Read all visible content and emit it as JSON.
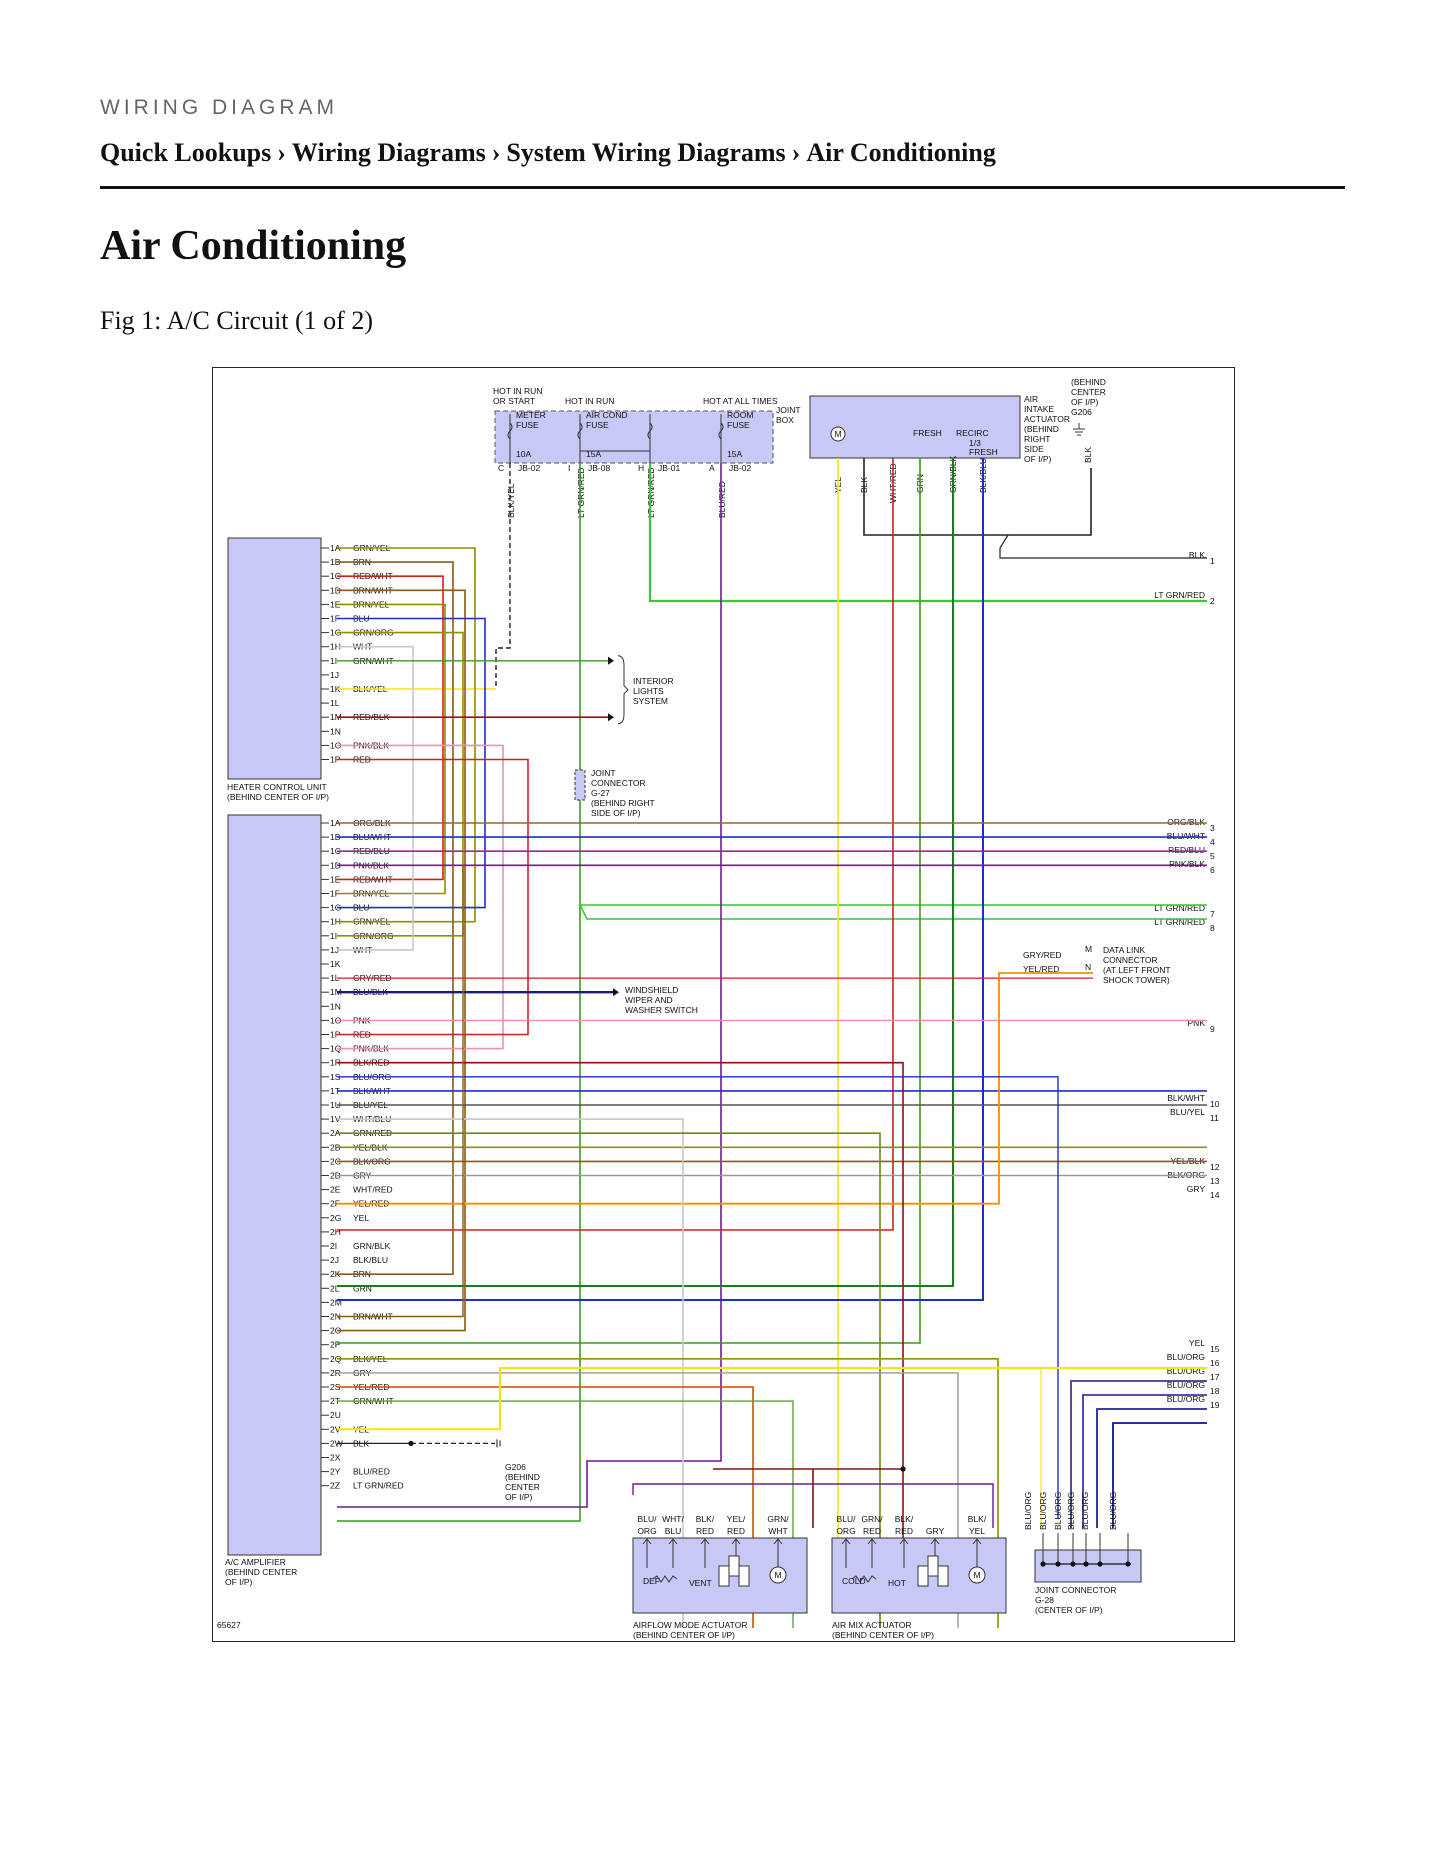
{
  "header": {
    "kicker": "WIRING DIAGRAM",
    "breadcrumbs": [
      "Quick Lookups",
      "Wiring Diagrams",
      "System Wiring Diagrams",
      "Air Conditioning"
    ],
    "separator": "›"
  },
  "page_title": "Air Conditioning",
  "figure_caption": "Fig 1: A/C Circuit (1 of 2)",
  "diagram": {
    "figure_id": "65627",
    "colors": {
      "YEL": "#f5e800",
      "BLK": "#222222",
      "WHT": "#c8c8c8",
      "RED": "#d21f1f",
      "GRN": "#3c9a1e",
      "LTGRN": "#35c935",
      "BLU": "#1c2fc8",
      "PNK": "#f08fb0",
      "BRN": "#8a5a14",
      "ORG": "#ff8c00",
      "GRY": "#9a9a9a",
      "VIO": "#6a1b9a",
      "OLIVE": "#8f8f00",
      "box": "#c7c8f5"
    },
    "junction_box": {
      "label": [
        "JOINT",
        "BOX"
      ],
      "groups": [
        "HOT IN RUN",
        "OR START",
        "HOT IN RUN",
        "HOT AT ALL TIMES"
      ],
      "fuses": [
        {
          "name": [
            "METER",
            "FUSE"
          ],
          "rating": "10A",
          "pin": "C",
          "ref": "JB-02"
        },
        {
          "name": [
            "AIR COND",
            "FUSE"
          ],
          "rating": "15A",
          "pin": "I",
          "ref": "JB-08"
        },
        {
          "name": [
            "",
            ""
          ],
          "rating": "",
          "pin": "H",
          "ref": "JB-01"
        },
        {
          "name": [
            "ROOM",
            "FUSE"
          ],
          "rating": "15A",
          "pin": "A",
          "ref": "JB-02"
        }
      ],
      "wires": [
        "BLK/YEL",
        "LT GRN/RED",
        "LT GRN/RED",
        "BLU/RED"
      ]
    },
    "intake_actuator": {
      "label": [
        "AIR",
        "INTAKE",
        "ACTUATOR",
        "(BEHIND",
        "RIGHT",
        "SIDE",
        "OF I/P)"
      ],
      "modes": [
        "FRESH",
        "RECIRC",
        "1/3",
        "FRESH"
      ],
      "motor": "M",
      "wires": [
        "YEL",
        "BLK",
        "WHT/RED",
        "GRN",
        "GRN/BLK",
        "BLK/BLU"
      ]
    },
    "ground_top": {
      "label": [
        "(BEHIND",
        "CENTER",
        "OF I/P)",
        "G206"
      ],
      "wire": "BLK"
    },
    "heater_control_unit": {
      "label": [
        "HEATER CONTROL UNIT",
        "(BEHIND CENTER OF I/P)"
      ],
      "pins": [
        {
          "pin": "1A",
          "wire": "GRN/YEL"
        },
        {
          "pin": "1B",
          "wire": "BRN"
        },
        {
          "pin": "1C",
          "wire": "RED/WHT"
        },
        {
          "pin": "1D",
          "wire": "BRN/WHT"
        },
        {
          "pin": "1E",
          "wire": "BRN/YEL"
        },
        {
          "pin": "1F",
          "wire": "BLU"
        },
        {
          "pin": "1G",
          "wire": "GRN/ORG"
        },
        {
          "pin": "1H",
          "wire": "WHT"
        },
        {
          "pin": "1I",
          "wire": "GRN/WHT"
        },
        {
          "pin": "1J",
          "wire": ""
        },
        {
          "pin": "1K",
          "wire": "BLK/YEL"
        },
        {
          "pin": "1L",
          "wire": ""
        },
        {
          "pin": "1M",
          "wire": "RED/BLK"
        },
        {
          "pin": "1N",
          "wire": ""
        },
        {
          "pin": "1O",
          "wire": "PNK/BLK"
        },
        {
          "pin": "1P",
          "wire": "RED"
        }
      ]
    },
    "ac_amplifier": {
      "label": [
        "A/C AMPLIFIER",
        "(BEHIND CENTER",
        "OF I/P)"
      ],
      "pins": [
        {
          "pin": "1A",
          "wire": "ORG/BLK"
        },
        {
          "pin": "1B",
          "wire": "BLU/WHT"
        },
        {
          "pin": "1C",
          "wire": "RED/BLU"
        },
        {
          "pin": "1D",
          "wire": "PNK/BLK"
        },
        {
          "pin": "1E",
          "wire": "RED/WHT"
        },
        {
          "pin": "1F",
          "wire": "BRN/YEL"
        },
        {
          "pin": "1G",
          "wire": "BLU"
        },
        {
          "pin": "1H",
          "wire": "GRN/YEL"
        },
        {
          "pin": "1I",
          "wire": "GRN/ORG"
        },
        {
          "pin": "1J",
          "wire": "WHT"
        },
        {
          "pin": "1K",
          "wire": ""
        },
        {
          "pin": "1L",
          "wire": "GRY/RED"
        },
        {
          "pin": "1M",
          "wire": "BLU/BLK"
        },
        {
          "pin": "1N",
          "wire": ""
        },
        {
          "pin": "1O",
          "wire": "PNK"
        },
        {
          "pin": "1P",
          "wire": "RED"
        },
        {
          "pin": "1Q",
          "wire": "PNK/BLK"
        },
        {
          "pin": "1R",
          "wire": "BLK/RED"
        },
        {
          "pin": "1S",
          "wire": "BLU/ORG"
        },
        {
          "pin": "1T",
          "wire": "BLK/WHT"
        },
        {
          "pin": "1U",
          "wire": "BLU/YEL"
        },
        {
          "pin": "1V",
          "wire": "WHT/BLU"
        },
        {
          "pin": "2A",
          "wire": "GRN/RED"
        },
        {
          "pin": "2B",
          "wire": "YEL/BLK"
        },
        {
          "pin": "2C",
          "wire": "BLK/ORG"
        },
        {
          "pin": "2D",
          "wire": "GRY"
        },
        {
          "pin": "2E",
          "wire": "WHT/RED"
        },
        {
          "pin": "2F",
          "wire": "YEL/RED"
        },
        {
          "pin": "2G",
          "wire": "YEL"
        },
        {
          "pin": "2H",
          "wire": ""
        },
        {
          "pin": "2I",
          "wire": "GRN/BLK"
        },
        {
          "pin": "2J",
          "wire": "BLK/BLU"
        },
        {
          "pin": "2K",
          "wire": "BRN"
        },
        {
          "pin": "2L",
          "wire": "GRN"
        },
        {
          "pin": "2M",
          "wire": ""
        },
        {
          "pin": "2N",
          "wire": "BRN/WHT"
        },
        {
          "pin": "2O",
          "wire": ""
        },
        {
          "pin": "2P",
          "wire": ""
        },
        {
          "pin": "2Q",
          "wire": "BLK/YEL"
        },
        {
          "pin": "2R",
          "wire": "GRY"
        },
        {
          "pin": "2S",
          "wire": "YEL/RED"
        },
        {
          "pin": "2T",
          "wire": "GRN/WHT"
        },
        {
          "pin": "2U",
          "wire": ""
        },
        {
          "pin": "2V",
          "wire": "YEL"
        },
        {
          "pin": "2W",
          "wire": "BLK"
        },
        {
          "pin": "2X",
          "wire": ""
        },
        {
          "pin": "2Y",
          "wire": "BLU/RED"
        },
        {
          "pin": "2Z",
          "wire": "LT GRN/RED"
        }
      ]
    },
    "interior_lights": [
      "INTERIOR",
      "LIGHTS",
      "SYSTEM"
    ],
    "joint_connector_g27": [
      "JOINT",
      "CONNECTOR",
      "G-27",
      "(BEHIND RIGHT",
      "SIDE OF I/P)"
    ],
    "wiper_switch": [
      "WINDSHIELD",
      "WIPER AND",
      "WASHER SWITCH"
    ],
    "data_link": {
      "label": [
        "DATA LINK",
        "CONNECTOR",
        "(AT LEFT FRONT",
        "SHOCK TOWER)"
      ],
      "pins": [
        {
          "pin": "M",
          "wire": "GRY/RED"
        },
        {
          "pin": "N",
          "wire": "YEL/RED"
        }
      ]
    },
    "ground_g206": [
      "G206",
      "(BEHIND",
      "CENTER",
      "OF I/P)"
    ],
    "airflow_actuator": {
      "label": [
        "AIRFLOW MODE ACTUATOR",
        "(BEHIND CENTER OF I/P)"
      ],
      "wires": [
        [
          "BLU/",
          "ORG"
        ],
        [
          "WHT/",
          "BLU"
        ],
        [
          "BLK/",
          "RED"
        ],
        [
          "YEL/",
          "RED"
        ],
        [
          "GRN/",
          "WHT"
        ]
      ],
      "modes": [
        "DEF",
        "VENT"
      ]
    },
    "air_mix_actuator": {
      "label": [
        "AIR MIX ACTUATOR",
        "(BEHIND CENTER OF I/P)"
      ],
      "wires": [
        [
          "BLU/",
          "ORG"
        ],
        [
          "GRN/",
          "RED"
        ],
        [
          "BLK/",
          "RED"
        ],
        [
          "",
          "GRY"
        ],
        [
          "BLK/",
          "YEL"
        ]
      ],
      "modes": [
        "COLD",
        "HOT"
      ]
    },
    "joint_connector_g28": {
      "label": [
        "JOINT CONNECTOR",
        "G-28",
        "(CENTER OF I/P)"
      ],
      "wires": [
        "BLU/ORG",
        "BLU/ORG",
        "BLU/ORG",
        "BLU/ORG",
        "BLU/ORG",
        "BLU/ORG"
      ]
    },
    "continuations": [
      {
        "num": "1",
        "wire": "BLK"
      },
      {
        "num": "2",
        "wire": "LT GRN/RED"
      },
      {
        "num": "3",
        "wire": "ORG/BLK"
      },
      {
        "num": "4",
        "wire": "BLU/WHT"
      },
      {
        "num": "5",
        "wire": "RED/BLU"
      },
      {
        "num": "6",
        "wire": "PNK/BLK"
      },
      {
        "num": "7",
        "wire": "LT GRN/RED"
      },
      {
        "num": "8",
        "wire": "LT GRN/RED"
      },
      {
        "num": "9",
        "wire": "PNK"
      },
      {
        "num": "10",
        "wire": "BLK/WHT"
      },
      {
        "num": "11",
        "wire": "BLU/YEL"
      },
      {
        "num": "12",
        "wire": "YEL/BLK"
      },
      {
        "num": "13",
        "wire": "BLK/ORG"
      },
      {
        "num": "14",
        "wire": "GRY"
      },
      {
        "num": "15",
        "wire": "YEL"
      },
      {
        "num": "16",
        "wire": "BLU/ORG"
      },
      {
        "num": "17",
        "wire": "BLU/ORG"
      },
      {
        "num": "18",
        "wire": "BLU/ORG"
      },
      {
        "num": "19",
        "wire": "BLU/ORG"
      }
    ]
  }
}
